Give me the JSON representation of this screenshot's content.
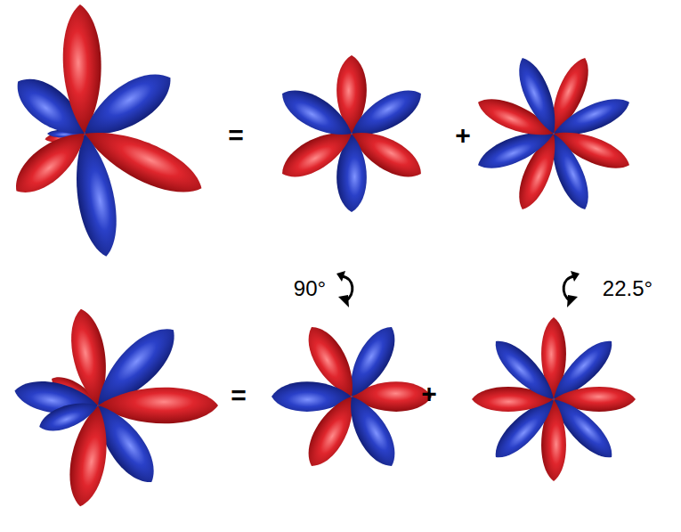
{
  "diagram": {
    "labels": [
      "=",
      "+",
      "90°",
      "22.5°",
      "=",
      "+"
    ]
  }
}
